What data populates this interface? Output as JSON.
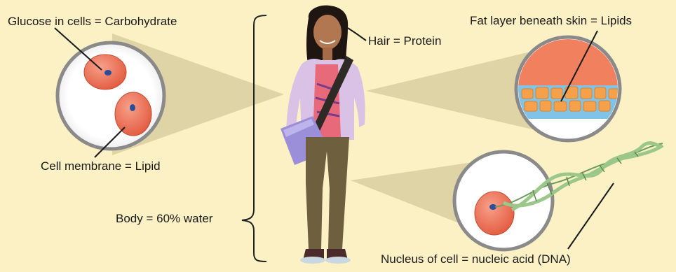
{
  "labels": {
    "glucose": "Glucose in cells = Carbohydrate",
    "membrane": "Cell membrane = Lipid",
    "body": "Body = 60% water",
    "hair": "Hair = Protein",
    "fat": "Fat layer beneath skin = Lipids",
    "nucleus": "Nucleus of cell = nucleic acid (DNA)"
  },
  "colors": {
    "background": "#fbf1c4",
    "cell": "#ef6f54",
    "nucleus": "#2b4e9a",
    "fat_cells": "#f5a04a",
    "fat_membrane": "#7fc4e8",
    "skin": "#f0805e",
    "dna": "#9bc88a",
    "magnifier_beam": "#d9cfa0"
  }
}
